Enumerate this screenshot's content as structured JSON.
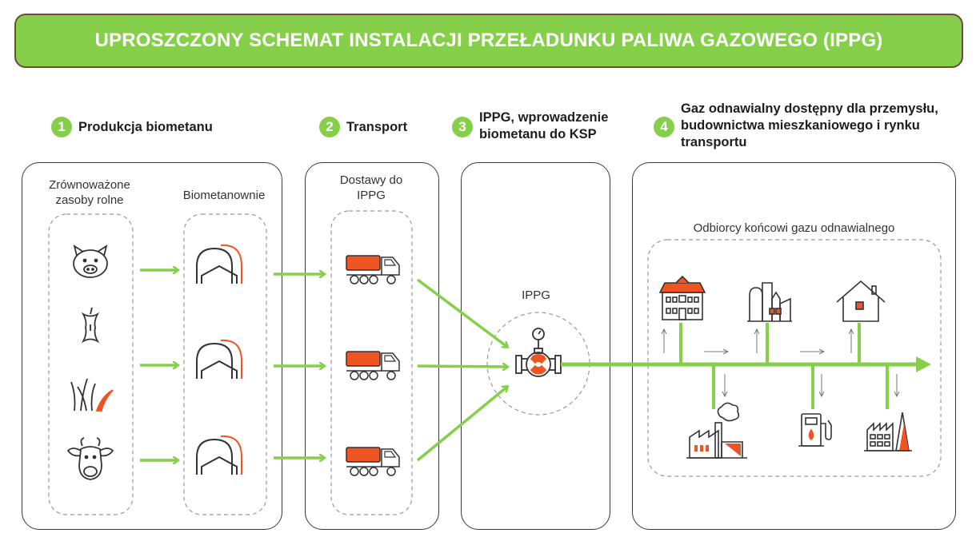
{
  "title": "UPROSZCZONY SCHEMAT INSTALACJI PRZEŁADUNKU PALIWA GAZOWEGO (IPPG)",
  "steps": [
    {
      "number": "1",
      "label": "Produkcja biometanu"
    },
    {
      "number": "2",
      "label": "Transport"
    },
    {
      "number": "3",
      "label": "IPPG, wprowadzenie biometanu do KSP"
    },
    {
      "number": "4",
      "label": "Gaz odnawialny dostępny dla przemysłu, budownictwa mieszkaniowego i rynku transportu"
    }
  ],
  "panel1": {
    "resources_label": "Zrównoważone zasoby rolne",
    "plants_label": "Biometanownie",
    "resource_icons": [
      "pig-icon",
      "apple-core-icon",
      "grass-icon",
      "cow-icon"
    ],
    "plant_icon": "biomethane-plant-icon"
  },
  "panel2": {
    "deliveries_label": "Dostawy do IPPG",
    "truck_icon": "tanker-truck-icon"
  },
  "panel3": {
    "ippg_label": "IPPG",
    "station_icon": "gas-valve-station-icon"
  },
  "panel4": {
    "consumers_label": "Odbiorcy końcowi gazu odnawialnego",
    "consumer_icons": [
      "residential-building-icon",
      "industrial-plant-icon",
      "house-icon",
      "factory-icon",
      "fuel-station-icon",
      "sawtooth-factory-icon"
    ]
  },
  "colors": {
    "accent_green": "#86cf4a",
    "accent_orange": "#f05423",
    "title_border": "#6c4d34",
    "icon_stroke": "#333333"
  }
}
